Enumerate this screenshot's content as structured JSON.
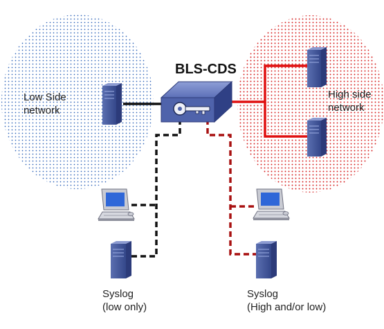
{
  "title": "BLS-CDS",
  "low_side": {
    "line1": "Low Side",
    "line2": "network"
  },
  "high_side": {
    "line1": "High side",
    "line2": "network"
  },
  "syslog_low": {
    "line1": "Syslog",
    "line2": "(low only)"
  },
  "syslog_high": {
    "line1": "Syslog",
    "line2": "(High and/or low)"
  },
  "colors": {
    "low": "#2f63b8",
    "high": "#d61f1f",
    "black_link": "#111111",
    "red_link": "#e01010",
    "dark_red_link": "#a81010",
    "device": "#3a4f91"
  },
  "icons": [
    "cds-device-icon",
    "key-icon",
    "server-icon",
    "workstation-icon"
  ]
}
